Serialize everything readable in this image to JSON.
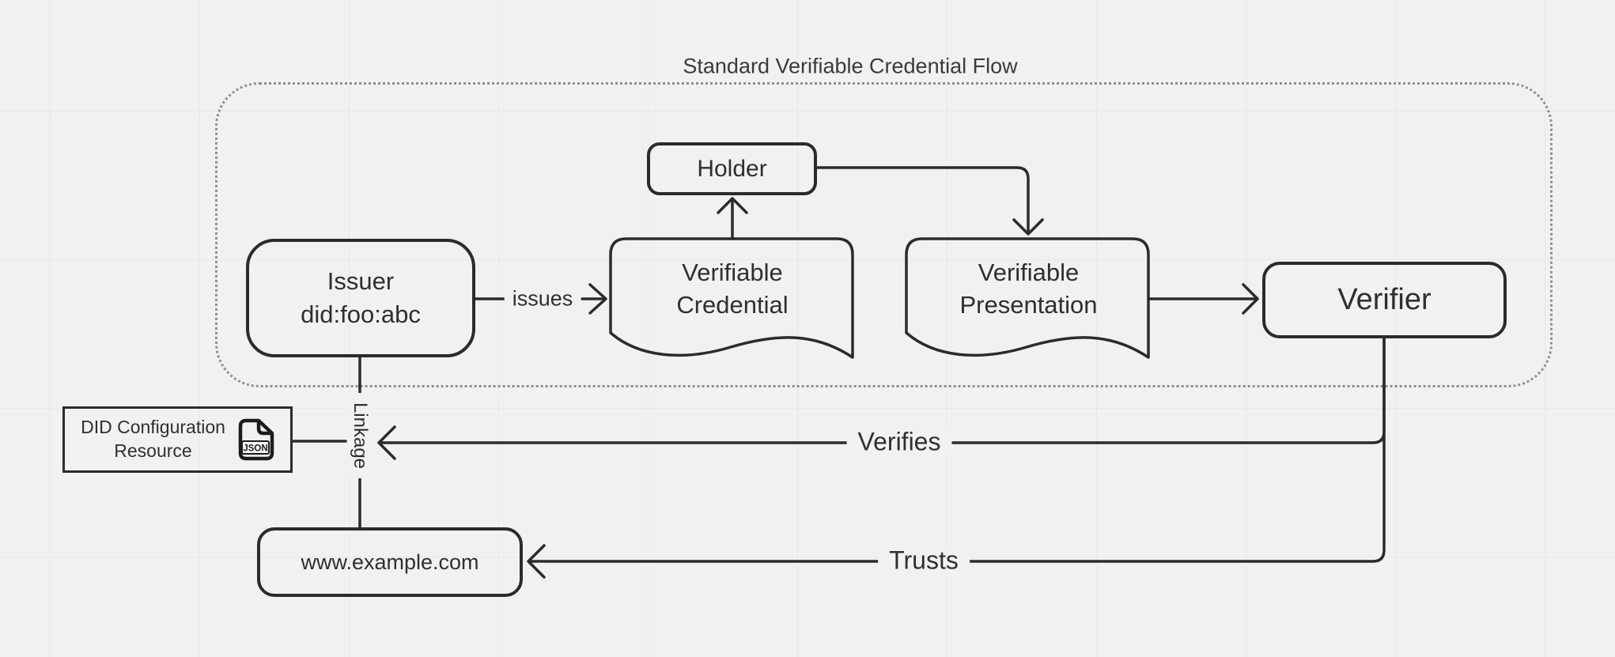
{
  "title": "Standard Verifiable Credential Flow",
  "nodes": {
    "holder": {
      "label": "Holder"
    },
    "issuer": {
      "line1": "Issuer",
      "line2": "did:foo:abc"
    },
    "verifiable_credential": {
      "line1": "Verifiable",
      "line2": "Credential"
    },
    "verifiable_presentation": {
      "line1": "Verifiable",
      "line2": "Presentation"
    },
    "verifier": {
      "label": "Verifier"
    },
    "did_configuration_resource": {
      "line1": "DID Configuration",
      "line2": "Resource",
      "icon_label": "JSON"
    },
    "website": {
      "label": "www.example.com"
    }
  },
  "edge_labels": {
    "issues": "issues",
    "verifies": "Verifies",
    "trusts": "Trusts",
    "linkage": "Linkage"
  },
  "colors": {
    "background": "#f1f1f0",
    "grid_line": "#e8e8e6",
    "stroke": "#2b2b2b",
    "text": "#2f2f2f",
    "dotted_border": "#8f8f8f"
  }
}
